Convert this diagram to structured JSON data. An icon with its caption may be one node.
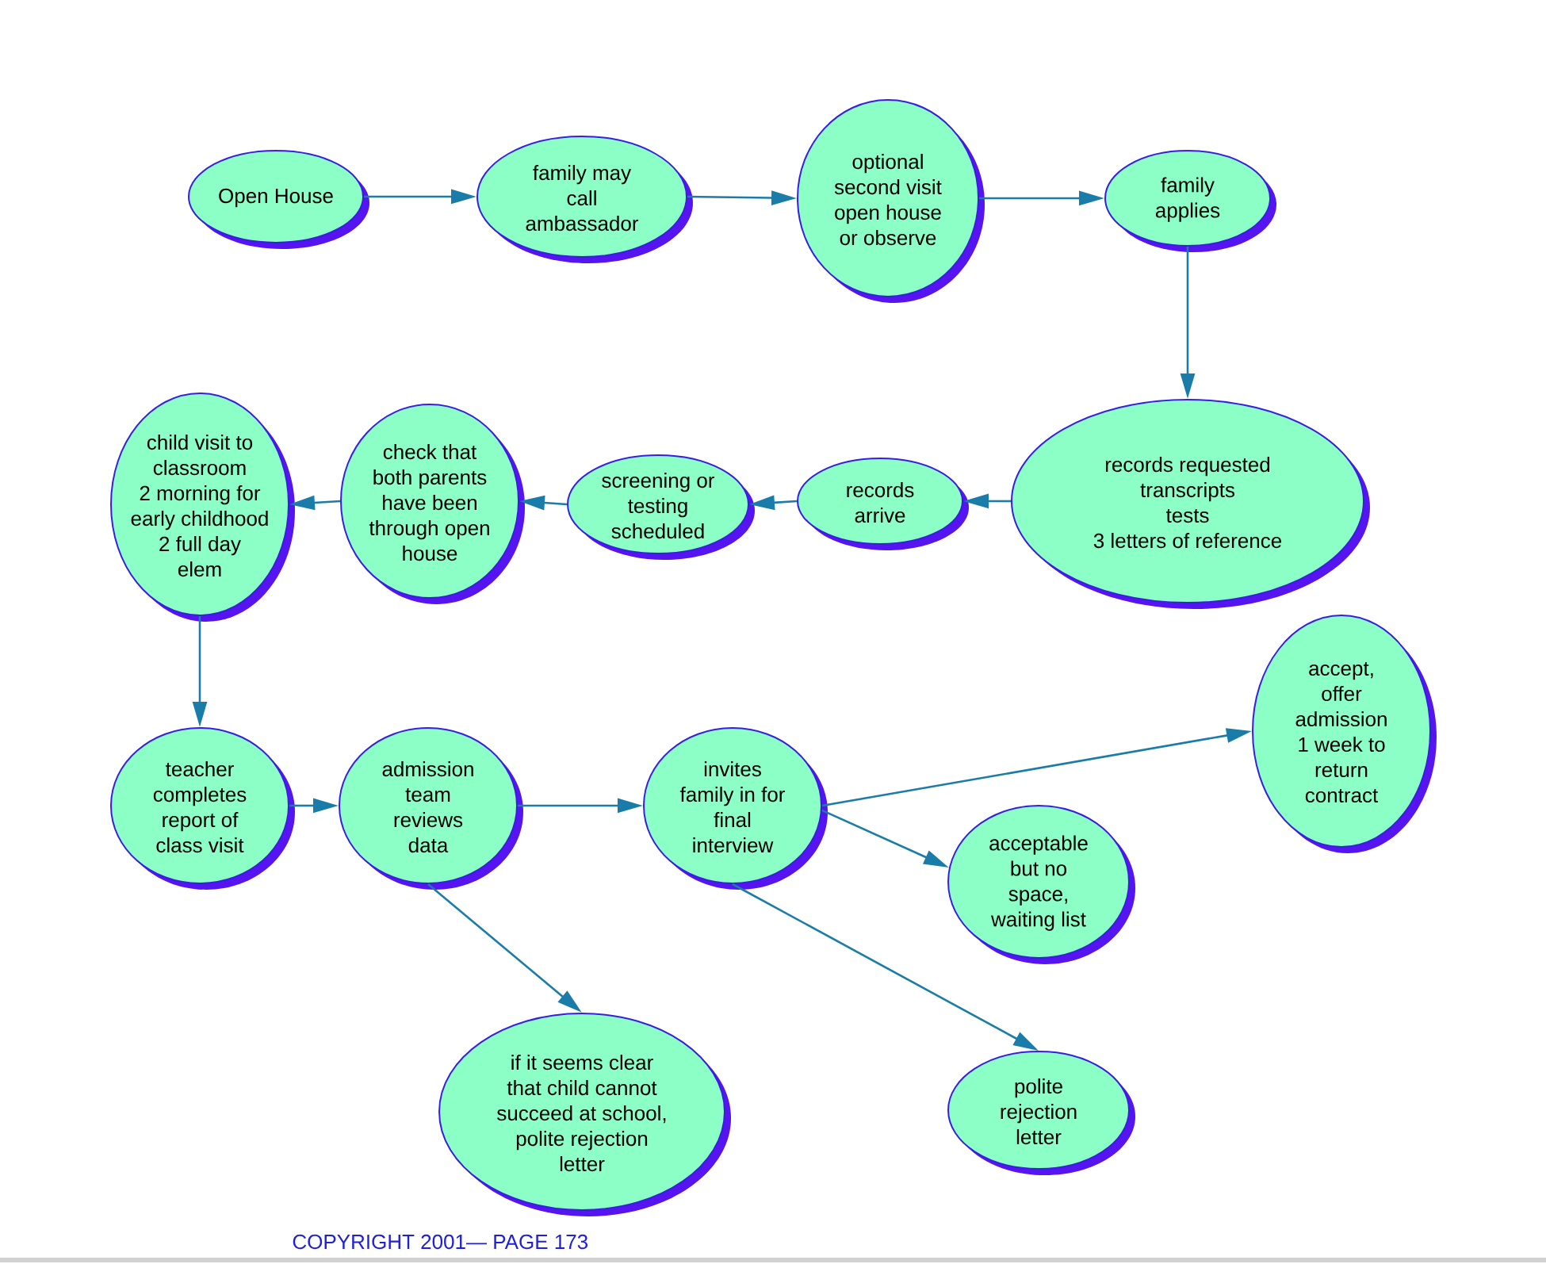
{
  "diagram": {
    "nodes": [
      {
        "text": [
          "Open House"
        ]
      },
      {
        "text": [
          "family may call ambassador"
        ]
      },
      {
        "text": [
          "optional second visit open house or observe"
        ]
      },
      {
        "text": [
          "family applies"
        ]
      },
      {
        "text": [
          "records requested transcripts tests 3 letters of reference"
        ]
      },
      {
        "text": [
          "records arrive"
        ]
      },
      {
        "text": [
          "screening or testing scheduled"
        ]
      },
      {
        "text": [
          "check that both parents have been through open house"
        ]
      },
      {
        "text": [
          "child visit to classroom 2 morning for early childhood 2 full day elem"
        ]
      },
      {
        "text": [
          "teacher completes report of class visit"
        ]
      },
      {
        "text": [
          "admission team reviews data"
        ]
      },
      {
        "text": [
          "invites family in for final interview"
        ]
      },
      {
        "text": [
          "accept, offer admission 1 week to return contract"
        ]
      },
      {
        "text": [
          "acceptable but no space, waiting list"
        ]
      },
      {
        "text": [
          "polite rejection letter"
        ]
      },
      {
        "text": [
          "if it seems clear that child cannot succeed at school, polite rejection letter"
        ]
      }
    ],
    "edges": [
      {
        "from": 0,
        "to": 1,
        "arrow": "to"
      },
      {
        "from": 1,
        "to": 2,
        "arrow": "to"
      },
      {
        "from": 2,
        "to": 3,
        "arrow": "to"
      },
      {
        "from": 3,
        "to": 4,
        "arrow": "to"
      },
      {
        "from": 4,
        "to": 5,
        "arrow": "to"
      },
      {
        "from": 5,
        "to": 6,
        "arrow": "to"
      },
      {
        "from": 6,
        "to": 7,
        "arrow": "to"
      },
      {
        "from": 7,
        "to": 8,
        "arrow": "to"
      },
      {
        "from": 8,
        "to": 9,
        "arrow": "to"
      },
      {
        "from": 9,
        "to": 10,
        "arrow": "to"
      },
      {
        "from": 10,
        "to": 11,
        "arrow": "to"
      },
      {
        "from": 11,
        "to": 12,
        "arrow": "to"
      },
      {
        "from": 11,
        "to": 13,
        "arrow": "to"
      },
      {
        "from": 11,
        "to": 14,
        "arrow": "to"
      },
      {
        "from": 10,
        "to": 15,
        "arrow": "to"
      }
    ],
    "labels": [
      "COPYRIGHT 2001— PAGE 173"
    ]
  }
}
